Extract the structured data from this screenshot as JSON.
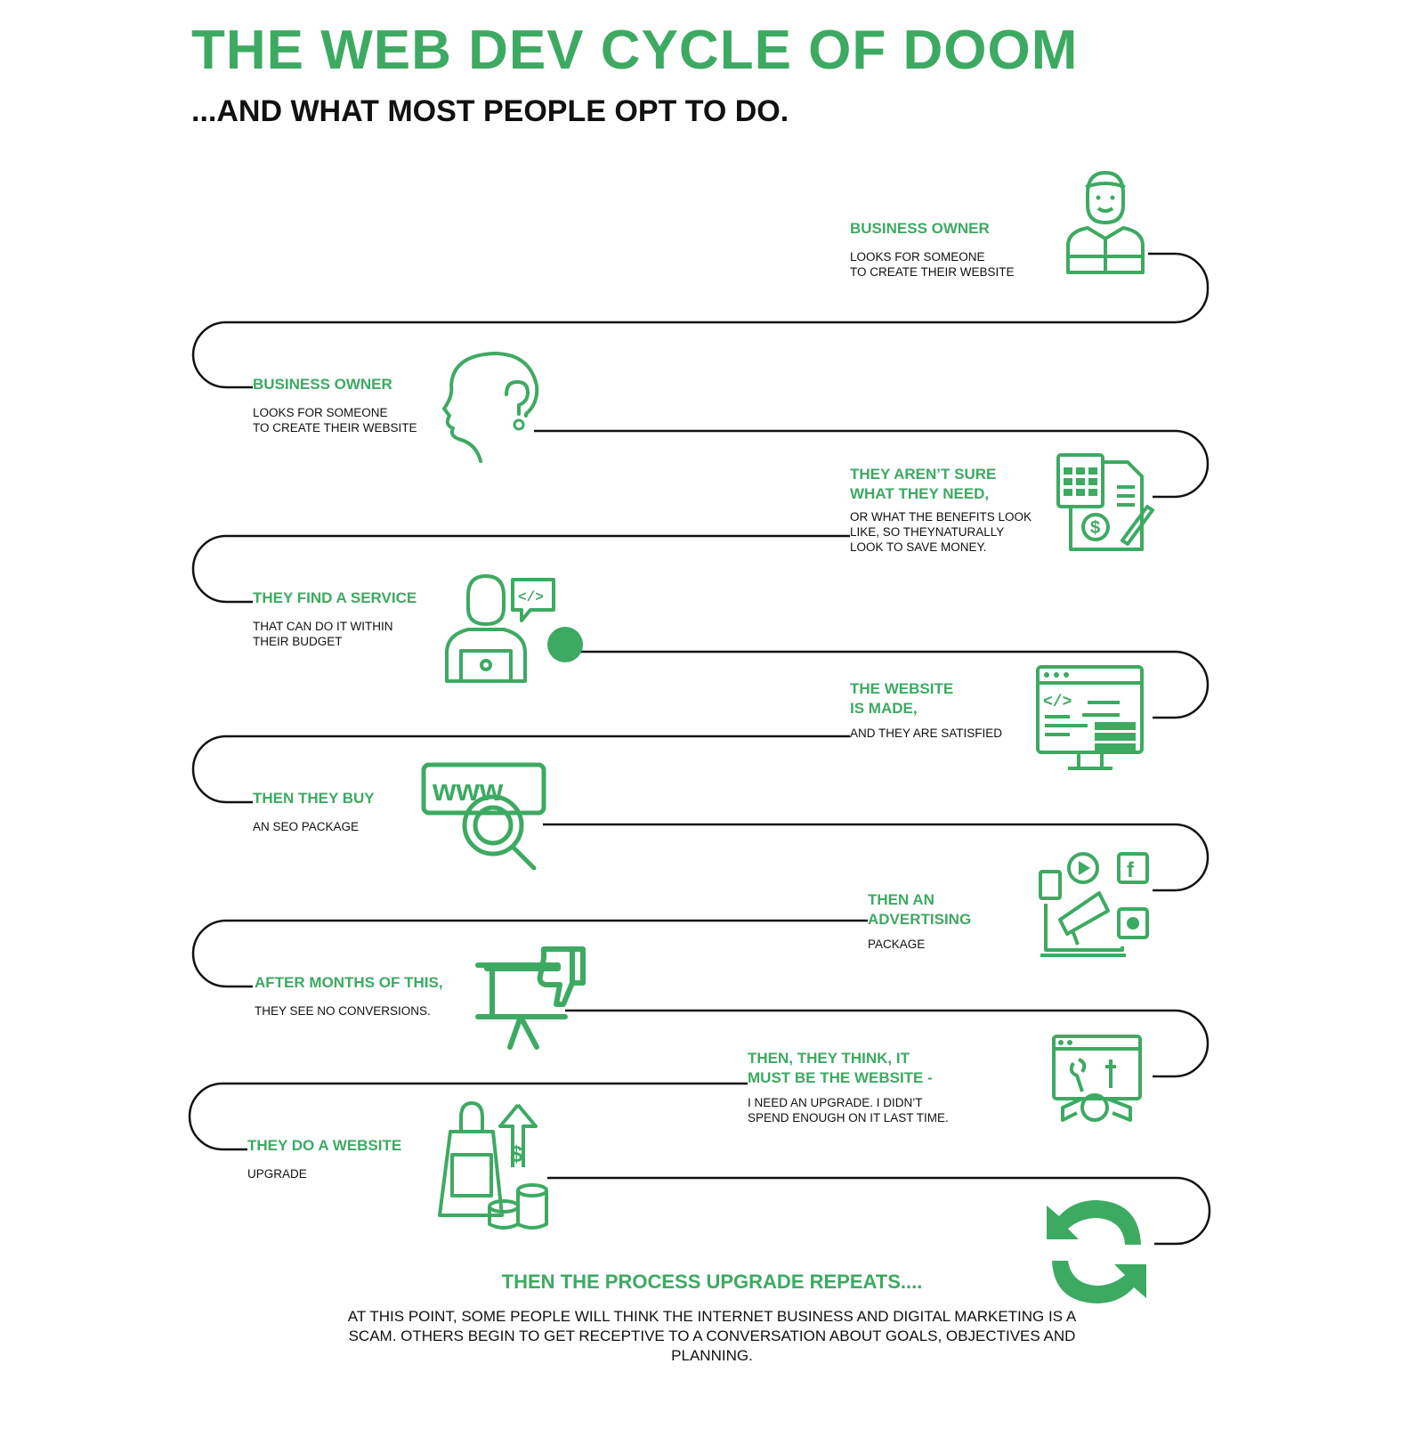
{
  "title": "THE WEB DEV CYCLE OF DOOM",
  "subtitle": "...AND WHAT MOST PEOPLE OPT TO DO.",
  "steps": [
    {
      "heading": "BUSINESS OWNER",
      "text": "LOOKS FOR SOMEONE\nTO CREATE THEIR WEBSITE",
      "icon": "business-owner-icon"
    },
    {
      "heading": "BUSINESS OWNER",
      "text": "LOOKS FOR SOMEONE\nTO CREATE THEIR WEBSITE",
      "icon": "thinking-head-icon"
    },
    {
      "heading": "THEY AREN’T SURE\nWHAT THEY NEED,",
      "text": "OR WHAT THE BENEFITS LOOK\nLIKE, SO THEYNATURALLY\nLOOK TO SAVE MONEY.",
      "icon": "budget-calculator-icon"
    },
    {
      "heading": "THEY FIND A SERVICE",
      "text": "THAT CAN DO IT WITHIN\nTHEIR BUDGET",
      "icon": "developer-icon"
    },
    {
      "heading": "THE WEBSITE\nIS MADE,",
      "text": "AND THEY ARE SATISFIED",
      "icon": "website-code-icon"
    },
    {
      "heading": "THEN THEY BUY",
      "text": "AN SEO PACKAGE",
      "icon": "www-search-icon"
    },
    {
      "heading": "THEN AN\nADVERTISING",
      "text": "PACKAGE",
      "icon": "advertising-megaphone-icon"
    },
    {
      "heading": "AFTER MONTHS OF THIS,",
      "text": "THEY SEE NO CONVERSIONS.",
      "icon": "thumbs-down-presentation-icon"
    },
    {
      "heading": "THEN, THEY THINK, IT\nMUST BE THE WEBSITE -",
      "text": "I NEED AN UPGRADE. I DIDN’T\nSPEND ENOUGH ON IT LAST TIME.",
      "icon": "website-tools-icon"
    },
    {
      "heading": "THEY DO A WEBSITE",
      "text": "UPGRADE",
      "icon": "shopping-bag-money-icon"
    }
  ],
  "final": {
    "heading": "THEN THE PROCESS UPGRADE REPEATS....",
    "text": "AT THIS POINT, SOME PEOPLE WILL THINK THE INTERNET BUSINESS AND DIGITAL MARKETING IS A SCAM. OTHERS BEGIN TO GET RECEPTIVE TO A CONVERSATION ABOUT GOALS, OBJECTIVES AND PLANNING.",
    "icon": "repeat-cycle-icon"
  },
  "colors": {
    "accent": "#3daa62",
    "line": "#111111",
    "text": "#111111"
  }
}
